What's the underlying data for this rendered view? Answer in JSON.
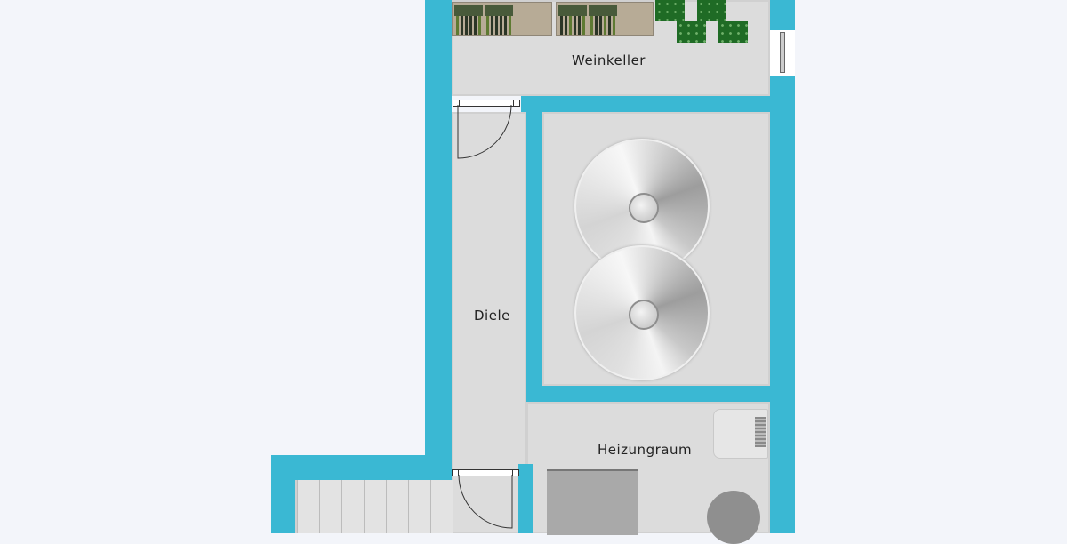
{
  "floorplan": {
    "rooms": [
      {
        "id": "weinkeller",
        "label": "Weinkeller"
      },
      {
        "id": "diele",
        "label": "Diele"
      },
      {
        "id": "heizungraum",
        "label": "Heizungraum"
      }
    ],
    "colors": {
      "wall": "#3ab8d3",
      "floor": "#dcdcdc",
      "background": "#f3f5fa"
    },
    "fixtures": {
      "wine_racks": 2,
      "plants": 4,
      "tanks": 2,
      "doors": 2,
      "windows": 1,
      "stair_steps": 7
    }
  }
}
